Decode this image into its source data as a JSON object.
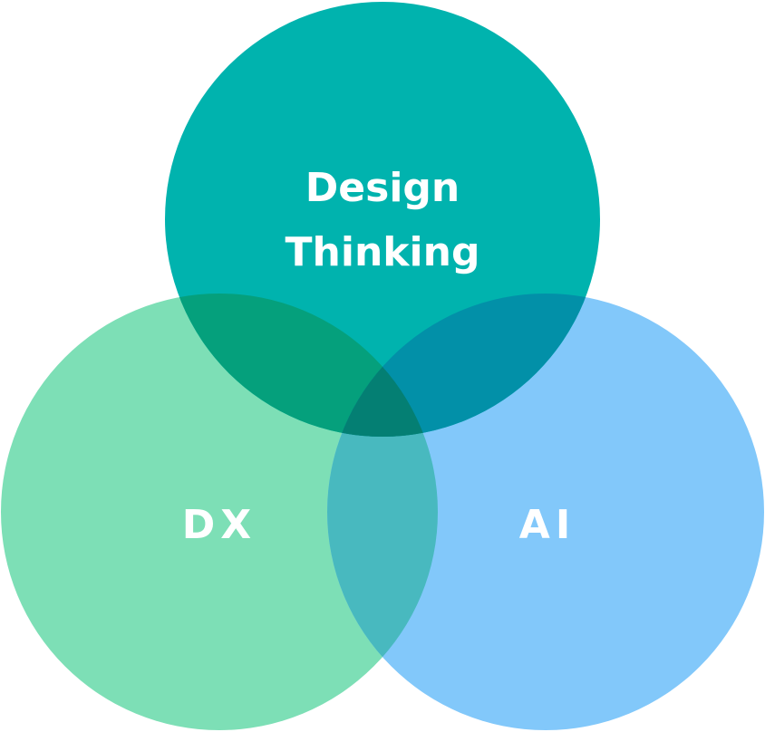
{
  "diagram": {
    "top": {
      "line1": "Design",
      "line2": "Thinking",
      "color": "#00B3AE"
    },
    "left": {
      "label": "DX",
      "color": "#7DDFB6"
    },
    "right": {
      "label": "AI",
      "color": "#82C8FA"
    },
    "overlap_colors": {
      "top_left": "#05A07C",
      "top_right": "#0290A8",
      "left_right": "#48B9BF",
      "center": "#047F73"
    }
  }
}
